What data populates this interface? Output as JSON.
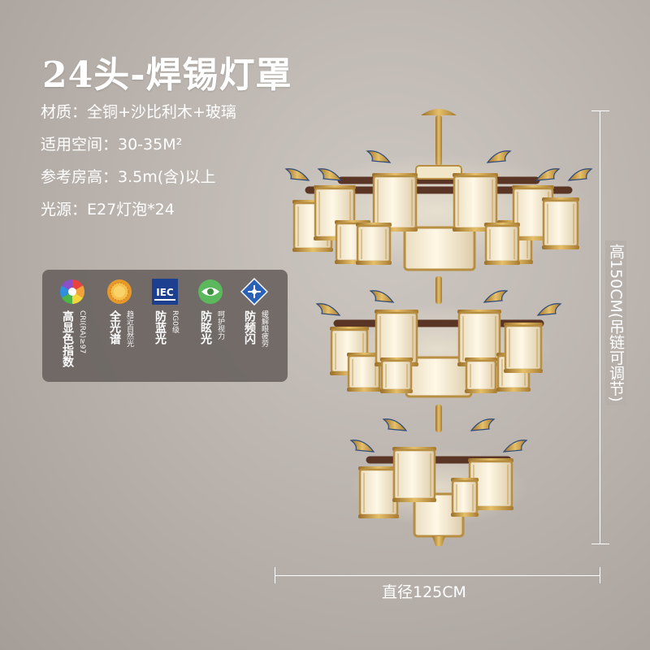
{
  "title": "24头-焊锡灯罩",
  "specs": [
    "材质：全铜+沙比利木+玻璃",
    "适用空间：30-35M²",
    "参考房高：3.5m(含)以上",
    "光源：E27灯泡*24"
  ],
  "features": [
    {
      "icon": "color-wheel-icon",
      "main": "高显色指数",
      "sub": "CRI(RA)≥97"
    },
    {
      "icon": "sun-icon",
      "main": "全光谱",
      "sub": "趋近自然光"
    },
    {
      "icon": "iec-badge-icon",
      "main": "防蓝光",
      "sub": "RG0级"
    },
    {
      "icon": "eye-icon",
      "main": "防眩光",
      "sub": "呵护视力"
    },
    {
      "icon": "flicker-diamond-icon",
      "main": "防频闪",
      "sub": "缓解眼疲劳"
    }
  ],
  "dimensions": {
    "height_label": "高150CM(吊链可调节)",
    "diameter_label": "直径125CM"
  },
  "colors": {
    "background": "#bcb5af",
    "brass": "#c9a04e",
    "wood": "#5a3424",
    "glass": "#f6ecd3",
    "panel": "#66605c"
  }
}
